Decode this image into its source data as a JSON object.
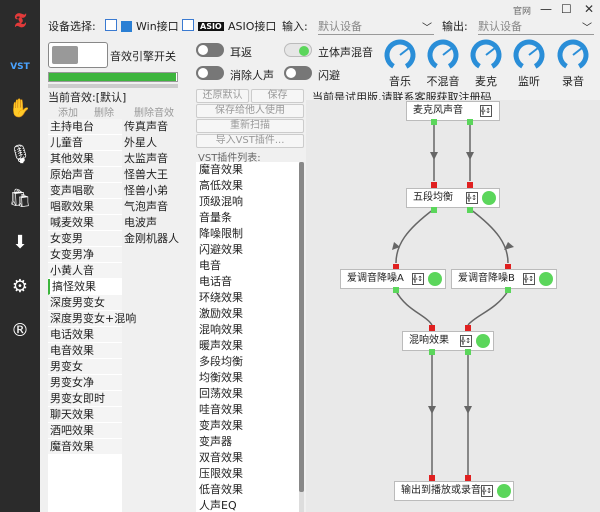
{
  "app": {
    "official_site": "官网"
  },
  "window_controls": {
    "minimize": "—",
    "maximize": "☐",
    "close": "✕"
  },
  "sidebar": {
    "items": [
      {
        "name": "logo-icon",
        "glyph": "𝕿"
      },
      {
        "name": "vst-tab",
        "glyph": "VST"
      },
      {
        "name": "hand-icon",
        "glyph": "✋"
      },
      {
        "name": "microphone-icon",
        "glyph": "🎙"
      },
      {
        "name": "shopping-bag-icon",
        "glyph": "🛍"
      },
      {
        "name": "download-icon",
        "glyph": "⬇"
      },
      {
        "name": "gear-icon",
        "glyph": "⚙"
      },
      {
        "name": "registered-icon",
        "glyph": "®"
      }
    ]
  },
  "topbar": {
    "device_select_label": "设备选择:",
    "win_interface_label": "Win接口",
    "asio_badge": "ASIO",
    "asio_interface_label": "ASIO接口",
    "input_label": "输入:",
    "input_placeholder": "默认设备",
    "output_label": "输出:",
    "output_placeholder": "默认设备"
  },
  "controls": {
    "effect_engine_label": "音效引擎开关",
    "earback_label": "耳返",
    "stereo_mix_label": "立体声混音",
    "remove_vocal_label": "消除人声",
    "dodge_label": "闪避",
    "meter_level": 0.99
  },
  "knobs": [
    {
      "label": "音乐"
    },
    {
      "label": "不混音"
    },
    {
      "label": "麦克"
    },
    {
      "label": "监听"
    },
    {
      "label": "录音"
    }
  ],
  "effects": {
    "current_label": "当前音效:[默认]",
    "add": "添加",
    "delete": "删除",
    "delete_effect": "删除音效",
    "column1": [
      "主持电台",
      "儿童音",
      "其他效果",
      "原始声音",
      "变声唱歌",
      "唱歌效果",
      "喊麦效果",
      "女变男",
      "女变男净",
      "小黄人音",
      "搞怪效果",
      "深度男变女",
      "深度男变女+混响",
      "电话效果",
      "电音效果",
      "男变女",
      "男变女净",
      "男变女即时",
      "聊天效果",
      "酒吧效果",
      "魔音效果"
    ],
    "column1_selected": 10,
    "column2": [
      "传真声音",
      "外星人",
      "太监声音",
      "怪兽大王",
      "怪兽小弟",
      "气泡声音",
      "电波声",
      "金刚机器人"
    ]
  },
  "vst": {
    "reset_default": "还原默认",
    "save": "保存",
    "save_for_use": "保存给他人使用",
    "rescan": "重新扫描",
    "import": "导入VST插件...",
    "list_label": "VST插件列表:",
    "plugins": [
      "魔音效果",
      "高低效果",
      "顶级混响",
      "音量条",
      "降噪限制",
      "闪避效果",
      "电音",
      "电话音",
      "环绕效果",
      "激励效果",
      "混响效果",
      "暖声效果",
      "多段均衡",
      "均衡效果",
      "回荡效果",
      "哇音效果",
      "变声效果",
      "变声器",
      "双音效果",
      "压限效果",
      "低音效果",
      "人声EQ"
    ]
  },
  "graph": {
    "trial_notice": "当前是试用版,请联系客服获取注册码",
    "nodes": {
      "mic": "麦克风声音",
      "eq": "五段均衡",
      "denoise_a": "爱调音降噪A",
      "denoise_b": "爱调音降噪B",
      "reverb": "混响效果",
      "output": "输出到播放或录音"
    },
    "node_icon": "╬↕"
  }
}
